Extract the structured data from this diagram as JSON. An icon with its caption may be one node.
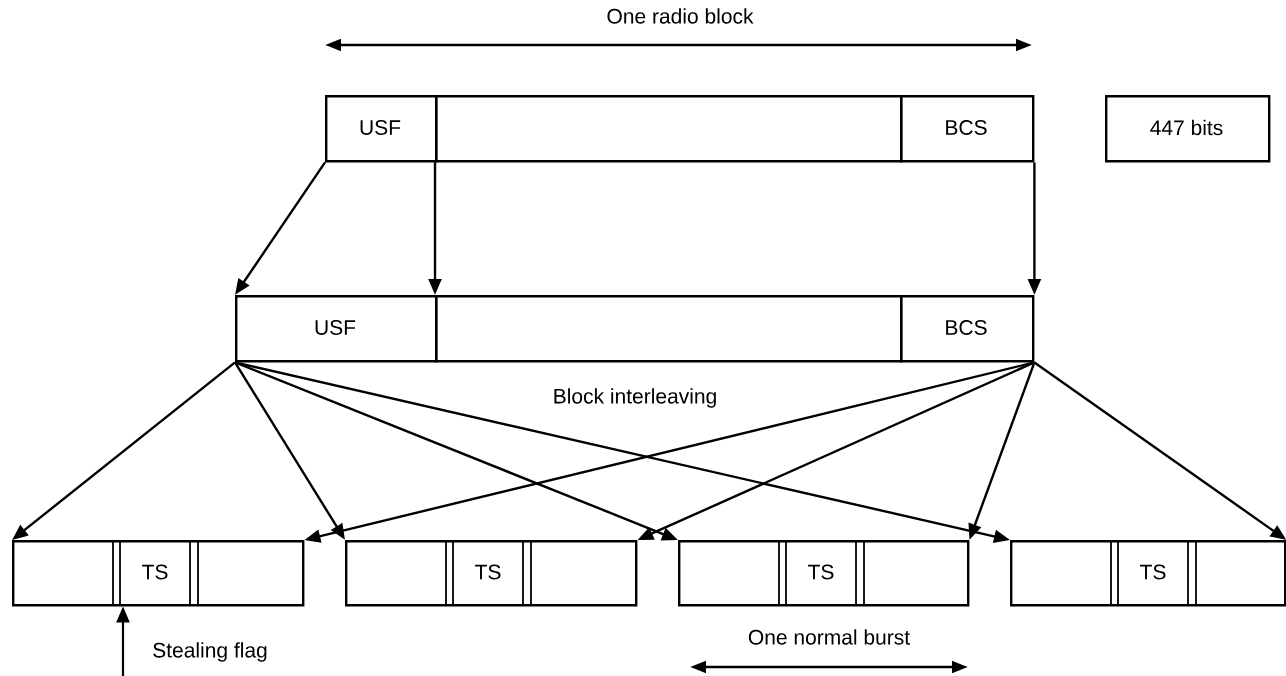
{
  "diagram": {
    "nodes": [
      {
        "text": [
          "USF"
        ]
      },
      {
        "text": [],
        "shape": "box"
      },
      {
        "text": [
          "BCS"
        ]
      },
      {
        "text": [
          "447 bits"
        ]
      },
      {
        "text": [
          "USF"
        ]
      },
      {
        "text": [],
        "shape": "box"
      },
      {
        "text": [
          "BCS"
        ]
      },
      {
        "text": [
          "TS"
        ]
      },
      {
        "text": [
          "TS"
        ]
      },
      {
        "text": [
          "TS"
        ]
      },
      {
        "text": [
          "TS"
        ]
      }
    ],
    "edges": [
      {
        "from": 0,
        "to": 4,
        "arrow": "to"
      },
      {
        "from": 1,
        "to": 5,
        "arrow": "to"
      },
      {
        "from": 2,
        "to": 6,
        "arrow": "to"
      },
      {
        "from": 4,
        "to": 7,
        "arrow": "to"
      },
      {
        "from": 4,
        "to": 8,
        "arrow": "to"
      },
      {
        "from": 4,
        "to": 9,
        "arrow": "to"
      },
      {
        "from": 4,
        "to": 10,
        "arrow": "to"
      },
      {
        "from": 6,
        "to": 7,
        "arrow": "to"
      },
      {
        "from": 6,
        "to": 8,
        "arrow": "to"
      },
      {
        "from": 6,
        "to": 9,
        "arrow": "to"
      },
      {
        "from": 6,
        "to": 10,
        "arrow": "to"
      },
      {
        "from": null,
        "to": 7,
        "arrow": "to",
        "label": "Stealing flag"
      }
    ],
    "labels": [
      "One radio block",
      "Block interleaving",
      "One normal burst"
    ]
  }
}
